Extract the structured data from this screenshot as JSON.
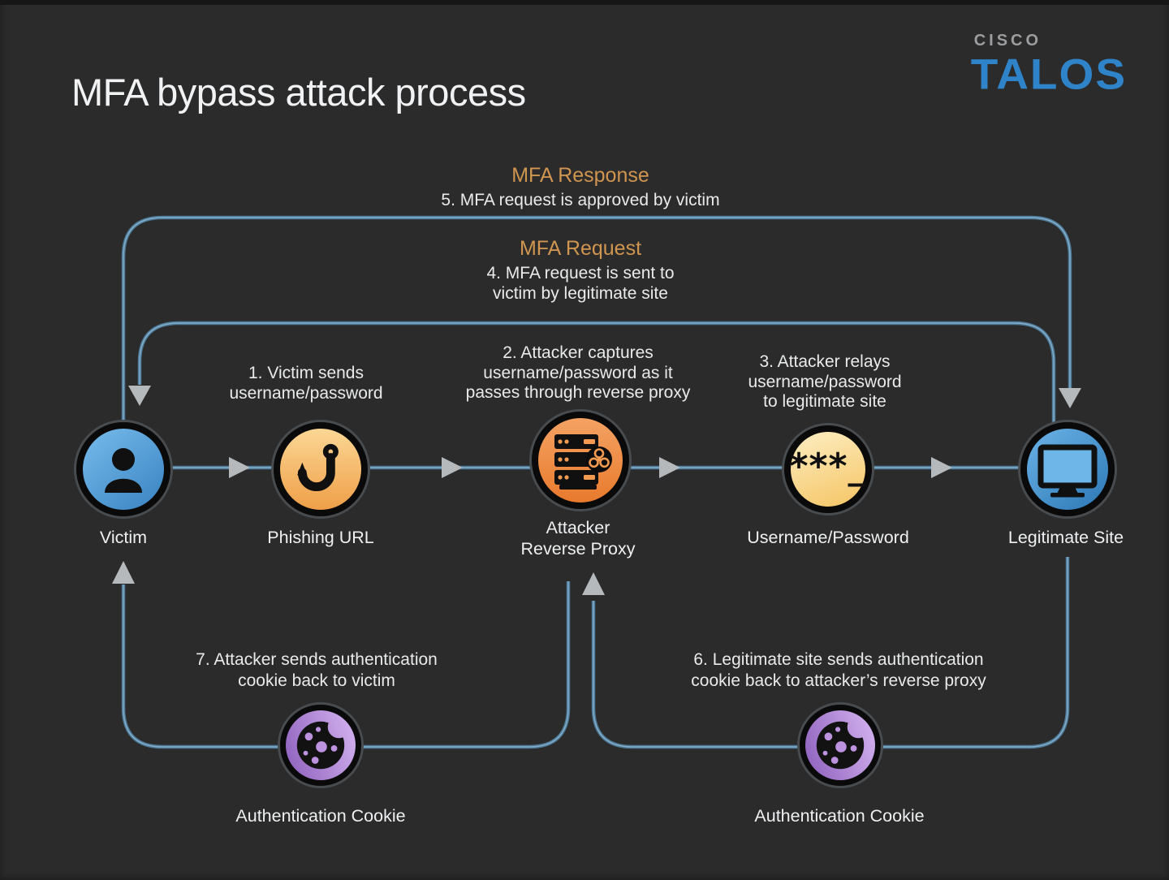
{
  "title": "MFA bypass attack process",
  "logo": {
    "cisco": "CISCO",
    "talos": "TALOS"
  },
  "colors": {
    "background": "#2b2b2c",
    "accent_orange": "#d0954f",
    "connector_blue": "#4e7b99",
    "arrow_gray": "#b6b9bb",
    "talos_blue": "#2e83c9",
    "node_blue": "#4f9fd8",
    "node_orange": "#ee8f3e",
    "node_gold": "#f6cd74",
    "node_purple": "#a97fd0"
  },
  "annotations": {
    "response": {
      "heading": "MFA Response",
      "line1": "5. MFA request is approved by victim"
    },
    "request": {
      "heading": "MFA Request",
      "line1": "4. MFA request is sent to",
      "line2": "victim by legitimate site"
    },
    "step1": {
      "line1": "1.  Victim sends",
      "line2": "username/password"
    },
    "step2": {
      "line1": "2. Attacker captures",
      "line2": "username/password as it",
      "line3": "passes through reverse proxy"
    },
    "step3": {
      "line1": "3. Attacker relays",
      "line2": "username/password",
      "line3": "to legitimate site"
    },
    "step6": {
      "line1": "6. Legitimate site sends authentication",
      "line2": "cookie back to attacker’s reverse proxy"
    },
    "step7": {
      "line1": "7. Attacker sends authentication",
      "line2": "cookie back to victim"
    }
  },
  "nodes": {
    "victim": {
      "label": "Victim",
      "icon": "person-icon"
    },
    "phishing": {
      "label": "Phishing URL",
      "icon": "hook-icon"
    },
    "proxy": {
      "label1": "Attacker",
      "label2": "Reverse Proxy",
      "icon": "server-biohazard-icon"
    },
    "credentials": {
      "label": "Username/Password",
      "glyph": "***_",
      "icon": "password-asterisks-icon"
    },
    "legitimate": {
      "label": "Legitimate Site",
      "icon": "monitor-icon"
    },
    "cookie_left": {
      "label": "Authentication Cookie",
      "icon": "cookie-icon"
    },
    "cookie_right": {
      "label": "Authentication Cookie",
      "icon": "cookie-icon"
    }
  },
  "edges": [
    {
      "from": "victim",
      "to": "phishing",
      "step": 1
    },
    {
      "from": "phishing",
      "to": "proxy",
      "step": 2
    },
    {
      "from": "proxy",
      "to": "credentials",
      "step": 3
    },
    {
      "from": "credentials",
      "to": "legitimate",
      "step": 3
    },
    {
      "from": "legitimate",
      "to": "victim",
      "step": 4,
      "via": "top inner loop"
    },
    {
      "from": "victim",
      "to": "legitimate",
      "step": 5,
      "via": "top outer loop"
    },
    {
      "from": "legitimate",
      "to": "proxy",
      "step": 6,
      "via": "bottom right loop"
    },
    {
      "from": "proxy",
      "to": "victim",
      "step": 7,
      "via": "bottom left loop"
    }
  ]
}
